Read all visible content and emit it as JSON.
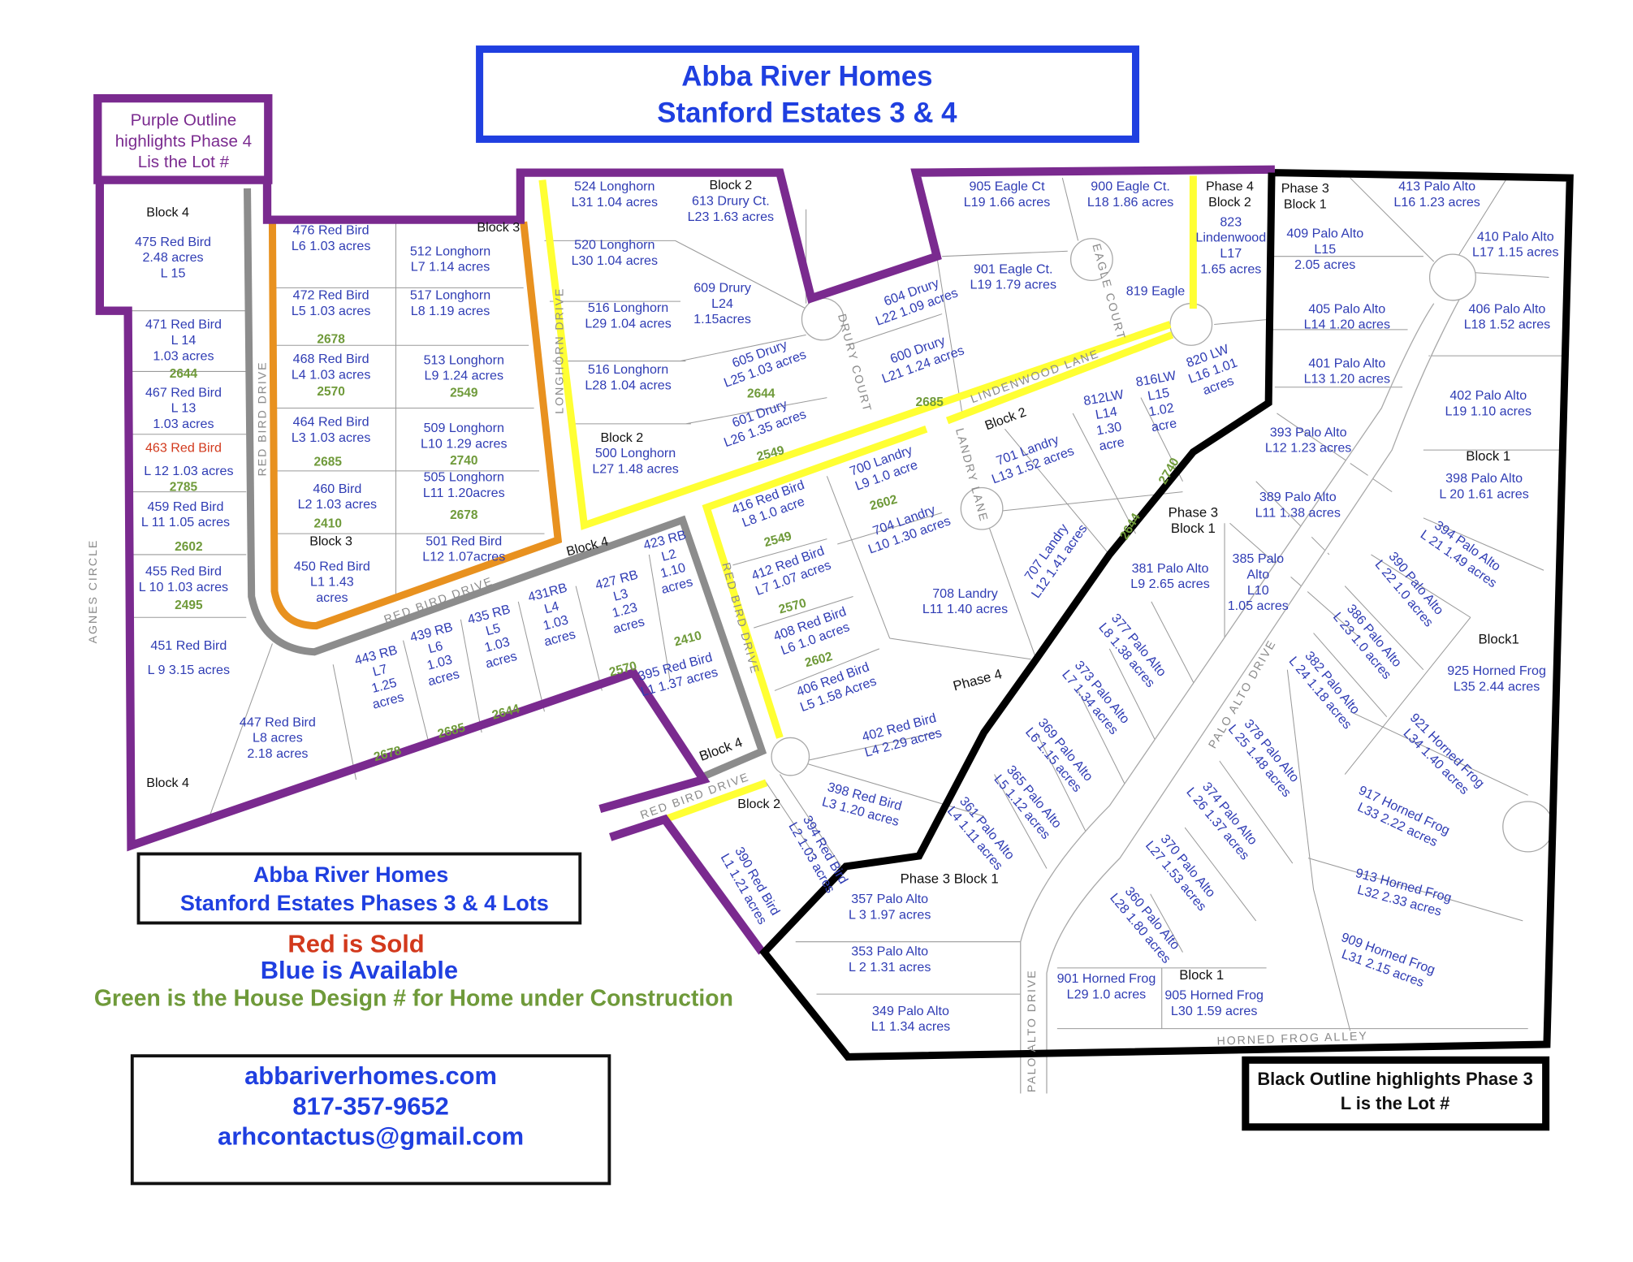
{
  "title": {
    "line1": "Abba River Homes",
    "line2": "Stanford Estates 3 & 4"
  },
  "purple_legend": {
    "line1": "Purple Outline",
    "line2": "highlights Phase 4",
    "line3": "Lis the Lot #"
  },
  "black_legend": {
    "line1": "Black Outline highlights Phase 3",
    "line2": "L is the Lot #"
  },
  "lots_box": {
    "line1": "Abba River Homes",
    "line2": "Stanford Estates Phases 3 & 4 Lots"
  },
  "color_key": {
    "sold": "Red is Sold",
    "available": "Blue is Available",
    "construction": "Green is the House Design # for Home under Construction"
  },
  "contact": {
    "website": "abbariverhomes.com",
    "phone": "817-357-9652",
    "email": "arhcontactus@gmail.com"
  },
  "colors": {
    "available": "#2f3cb4",
    "sold": "#d2391c",
    "design": "#6f9a3a",
    "phase4_outline": "#7a2a8f",
    "phase3_outline": "#000000",
    "title_box": "#1f3fe0",
    "highlight_yellow": "#ffff33",
    "orange": "#e8911f",
    "gray_road": "#8c8c8c"
  },
  "map": {
    "labels": [
      {
        "kind": "block",
        "lines": [
          "Block 4"
        ]
      },
      {
        "kind": "lot",
        "lines": [
          "475 Red Bird",
          "2.48 acres",
          "L 15"
        ]
      },
      {
        "kind": "lot",
        "lines": [
          "471 Red Bird",
          "L 14",
          "1.03 acres"
        ]
      },
      {
        "kind": "design",
        "lines": [
          "2644"
        ]
      },
      {
        "kind": "lot",
        "lines": [
          "467 Red Bird",
          "L 13",
          "1.03 acres"
        ]
      },
      {
        "kind": "sold",
        "lines": [
          "463 Red Bird"
        ]
      },
      {
        "kind": "lot",
        "lines": [
          "L 12 1.03 acres"
        ]
      },
      {
        "kind": "design",
        "lines": [
          "2785"
        ]
      },
      {
        "kind": "lot",
        "lines": [
          "459 Red Bird",
          "L 11 1.05 acres"
        ]
      },
      {
        "kind": "design",
        "lines": [
          "2602"
        ]
      },
      {
        "kind": "lot",
        "lines": [
          "455 Red Bird",
          "L 10 1.03 acres"
        ]
      },
      {
        "kind": "design",
        "lines": [
          "2495"
        ]
      },
      {
        "kind": "lot",
        "lines": [
          "451 Red Bird"
        ]
      },
      {
        "kind": "lot",
        "lines": [
          "L 9 3.15 acres"
        ]
      },
      {
        "kind": "lot",
        "lines": [
          "447 Red Bird",
          "L8 acres",
          "2.18 acres"
        ]
      },
      {
        "kind": "block",
        "lines": [
          "Block 4"
        ]
      },
      {
        "kind": "lot",
        "lines": [
          "476 Red Bird",
          "L6 1.03 acres"
        ]
      },
      {
        "kind": "block",
        "lines": [
          "Block 3"
        ]
      },
      {
        "kind": "lot",
        "lines": [
          "512 Longhorn",
          "L7 1.14 acres"
        ]
      },
      {
        "kind": "lot",
        "lines": [
          "472 Red Bird",
          "L5 1.03 acres"
        ]
      },
      {
        "kind": "design",
        "lines": [
          "2678"
        ]
      },
      {
        "kind": "lot",
        "lines": [
          "517 Longhorn",
          "L8 1.19 acres"
        ]
      },
      {
        "kind": "lot",
        "lines": [
          "468 Red Bird",
          "L4 1.03 acres"
        ]
      },
      {
        "kind": "design",
        "lines": [
          "2570"
        ]
      },
      {
        "kind": "lot",
        "lines": [
          "513 Longhorn",
          "L9 1.24 acres"
        ]
      },
      {
        "kind": "design",
        "lines": [
          "2549"
        ]
      },
      {
        "kind": "lot",
        "lines": [
          "464 Red Bird",
          "L3 1.03 acres"
        ]
      },
      {
        "kind": "design",
        "lines": [
          "2685"
        ]
      },
      {
        "kind": "lot",
        "lines": [
          "509 Longhorn",
          "L10 1.29 acres"
        ]
      },
      {
        "kind": "design",
        "lines": [
          "2740"
        ]
      },
      {
        "kind": "lot",
        "lines": [
          "460 Bird",
          "L2 1.03 acres"
        ]
      },
      {
        "kind": "design",
        "lines": [
          "2410"
        ]
      },
      {
        "kind": "lot",
        "lines": [
          "505 Longhorn",
          "L11 1.20acres"
        ]
      },
      {
        "kind": "design",
        "lines": [
          "2678"
        ]
      },
      {
        "kind": "block",
        "lines": [
          "Block 3"
        ]
      },
      {
        "kind": "lot",
        "lines": [
          "450 Red Bird",
          "L1  1.43",
          "acres"
        ]
      },
      {
        "kind": "lot",
        "lines": [
          "501 Red Bird",
          "L12 1.07acres"
        ]
      },
      {
        "kind": "lot",
        "lines": [
          "524 Longhorn",
          "L31 1.04 acres"
        ]
      },
      {
        "kind": "block",
        "lines": [
          "Block 2"
        ]
      },
      {
        "kind": "lot",
        "lines": [
          "613 Drury Ct.",
          "L23 1.63 acres"
        ]
      },
      {
        "kind": "lot",
        "lines": [
          "520 Longhorn",
          "L30 1.04 acres"
        ]
      },
      {
        "kind": "lot",
        "lines": [
          "609 Drury",
          "L24",
          "1.15acres"
        ]
      },
      {
        "kind": "lot",
        "lines": [
          "516 Longhorn",
          "L29 1.04 acres"
        ]
      },
      {
        "kind": "lot",
        "lines": [
          "516 Longhorn",
          "L28 1.04 acres"
        ]
      },
      {
        "kind": "lot",
        "lines": [
          "605 Drury",
          "L25 1.03 acres"
        ]
      },
      {
        "kind": "design",
        "lines": [
          "2644"
        ]
      },
      {
        "kind": "block",
        "lines": [
          "Block 2"
        ]
      },
      {
        "kind": "lot",
        "lines": [
          "500 Longhorn",
          "L27 1.48 acres"
        ]
      },
      {
        "kind": "lot",
        "lines": [
          "601 Drury",
          "L26 1.35 acres"
        ]
      },
      {
        "kind": "design",
        "lines": [
          "2549"
        ]
      },
      {
        "kind": "lot",
        "lines": [
          "604 Drury",
          "L22  1.09 acres"
        ]
      },
      {
        "kind": "lot",
        "lines": [
          "600 Drury",
          "L21 1.24 acres"
        ]
      },
      {
        "kind": "design",
        "lines": [
          "2685"
        ]
      },
      {
        "kind": "lot",
        "lines": [
          "905 Eagle Ct",
          "L19 1.66 acres"
        ]
      },
      {
        "kind": "lot",
        "lines": [
          "900 Eagle Ct.",
          "L18 1.86 acres"
        ]
      },
      {
        "kind": "block",
        "lines": [
          "Phase 4",
          "Block 2"
        ]
      },
      {
        "kind": "lot",
        "lines": [
          "823",
          "Lindenwood",
          "L17",
          "1.65 acres"
        ]
      },
      {
        "kind": "lot",
        "lines": [
          "901 Eagle Ct.",
          "L19 1.79 acres"
        ]
      },
      {
        "kind": "lot",
        "lines": [
          "819 Eagle"
        ]
      },
      {
        "kind": "block",
        "lines": [
          "Block 2"
        ]
      },
      {
        "kind": "lot",
        "lines": [
          "701 Landry",
          "L13 1.52 acres"
        ]
      },
      {
        "kind": "lot",
        "lines": [
          "812LW",
          "L14",
          "1.30",
          "acre"
        ]
      },
      {
        "kind": "lot",
        "lines": [
          "816LW",
          "L15",
          "1.02",
          "acre"
        ]
      },
      {
        "kind": "lot",
        "lines": [
          "820 LW",
          "L16 1.01",
          "acres"
        ]
      },
      {
        "kind": "design",
        "lines": [
          "2740"
        ]
      },
      {
        "kind": "design",
        "lines": [
          "2644"
        ]
      },
      {
        "kind": "lot",
        "lines": [
          "416 Red Bird",
          "L8 1.0 acre"
        ]
      },
      {
        "kind": "design",
        "lines": [
          "2549"
        ]
      },
      {
        "kind": "lot",
        "lines": [
          "700 Landry",
          "L9 1.0 acre"
        ]
      },
      {
        "kind": "design",
        "lines": [
          "2602"
        ]
      },
      {
        "kind": "lot",
        "lines": [
          "412 Red Bird",
          "L7 1.07 acres"
        ]
      },
      {
        "kind": "design",
        "lines": [
          "2570"
        ]
      },
      {
        "kind": "lot",
        "lines": [
          "704 Landry",
          "L10 1.30 acres"
        ]
      },
      {
        "kind": "lot",
        "lines": [
          "408 Red Bird",
          "L6 1.0 acres"
        ]
      },
      {
        "kind": "design",
        "lines": [
          "2602"
        ]
      },
      {
        "kind": "lot",
        "lines": [
          "406 Red Bird",
          "L5 1.58 Acres"
        ]
      },
      {
        "kind": "lot",
        "lines": [
          "708 Landry",
          "L11 1.40 acres"
        ]
      },
      {
        "kind": "lot",
        "lines": [
          "707 Landry",
          "L12 1.41 acres"
        ]
      },
      {
        "kind": "phase",
        "lines": [
          "Phase 4"
        ]
      },
      {
        "kind": "lot",
        "lines": [
          "402 Red Bird",
          "L4 2.29 acres"
        ]
      },
      {
        "kind": "lot",
        "lines": [
          "443 RB",
          "L7",
          "1.25",
          "acres"
        ]
      },
      {
        "kind": "lot",
        "lines": [
          "439 RB",
          "L6",
          "1.03",
          "acres"
        ]
      },
      {
        "kind": "lot",
        "lines": [
          "435 RB",
          "L5",
          "1.03",
          "acres"
        ]
      },
      {
        "kind": "lot",
        "lines": [
          "431RB",
          "L4",
          "1.03",
          "acres"
        ]
      },
      {
        "kind": "block",
        "lines": [
          "Block 4"
        ]
      },
      {
        "kind": "lot",
        "lines": [
          "427 RB",
          "L3",
          "1.23",
          "acres"
        ]
      },
      {
        "kind": "lot",
        "lines": [
          "423 RB",
          "L2",
          "1.10",
          "acres"
        ]
      },
      {
        "kind": "design",
        "lines": [
          "2410"
        ]
      },
      {
        "kind": "design",
        "lines": [
          "2570"
        ]
      },
      {
        "kind": "lot",
        "lines": [
          "395 Red Bird",
          "L1 1.37 acres"
        ]
      },
      {
        "kind": "design",
        "lines": [
          "2644"
        ]
      },
      {
        "kind": "design",
        "lines": [
          "2685"
        ]
      },
      {
        "kind": "design",
        "lines": [
          "2678"
        ]
      },
      {
        "kind": "phase",
        "lines": [
          "Block 4"
        ]
      },
      {
        "kind": "block",
        "lines": [
          "Block 2"
        ]
      },
      {
        "kind": "lot",
        "lines": [
          "390 Red Bird",
          "L1 1.21 acres"
        ]
      },
      {
        "kind": "lot",
        "lines": [
          "394 Red Bird",
          "L2 1.03 acres"
        ]
      },
      {
        "kind": "lot",
        "lines": [
          "398 Red Bird",
          "L3 1.20 acres"
        ]
      },
      {
        "kind": "phase",
        "lines": [
          "Phase 3 Block 1"
        ]
      },
      {
        "kind": "lot",
        "lines": [
          "357 Palo Alto",
          "L 3 1.97 acres"
        ]
      },
      {
        "kind": "lot",
        "lines": [
          "353 Palo Alto",
          "L 2 1.31 acres"
        ]
      },
      {
        "kind": "lot",
        "lines": [
          "349 Palo Alto",
          "L1 1.34 acres"
        ]
      },
      {
        "kind": "lot",
        "lines": [
          "361 Palo Alto",
          "L4 1.11 acres"
        ]
      },
      {
        "kind": "lot",
        "lines": [
          "365 Palo Alto",
          "L5 1.12 acres"
        ]
      },
      {
        "kind": "lot",
        "lines": [
          "369 Palo Alto",
          "L6 1.15 acres"
        ]
      },
      {
        "kind": "lot",
        "lines": [
          "373 Palo Alto",
          "L7 1.34 acres"
        ]
      },
      {
        "kind": "lot",
        "lines": [
          "377 Palo Alto",
          "L8 1.38 acres"
        ]
      },
      {
        "kind": "phase",
        "lines": [
          "Phase 3",
          "Block 1"
        ]
      },
      {
        "kind": "lot",
        "lines": [
          "381 Palo Alto",
          "L9 2.65 acres"
        ]
      },
      {
        "kind": "lot",
        "lines": [
          "385 Palo",
          "Alto",
          "L10",
          "1.05 acres"
        ]
      },
      {
        "kind": "lot",
        "lines": [
          "389 Palo Alto",
          "L11 1.38 acres"
        ]
      },
      {
        "kind": "lot",
        "lines": [
          "393 Palo Alto",
          "L12 1.23 acres"
        ]
      },
      {
        "kind": "block",
        "lines": [
          "Phase 3",
          "Block 1"
        ]
      },
      {
        "kind": "lot",
        "lines": [
          "409 Palo Alto",
          "L15",
          "2.05 acres"
        ]
      },
      {
        "kind": "lot",
        "lines": [
          "413 Palo Alto",
          "L16 1.23 acres"
        ]
      },
      {
        "kind": "lot",
        "lines": [
          "410 Palo Alto",
          "L17 1.15 acres"
        ]
      },
      {
        "kind": "lot",
        "lines": [
          "405 Palo Alto",
          "L14 1.20 acres"
        ]
      },
      {
        "kind": "lot",
        "lines": [
          "406 Palo Alto",
          "L18 1.52 acres"
        ]
      },
      {
        "kind": "lot",
        "lines": [
          "401 Palo Alto",
          "L13 1.20 acres"
        ]
      },
      {
        "kind": "lot",
        "lines": [
          "402 Palo Alto",
          "L19 1.10 acres"
        ]
      },
      {
        "kind": "phase",
        "lines": [
          "Block 1"
        ]
      },
      {
        "kind": "lot",
        "lines": [
          "398 Palo Alto",
          "L 20 1.61 acres"
        ]
      },
      {
        "kind": "lot",
        "lines": [
          "394 Palo Alto",
          "L 21 1.49 acres"
        ]
      },
      {
        "kind": "lot",
        "lines": [
          "390 Palo Alto",
          "L 22 1.0 acres"
        ]
      },
      {
        "kind": "lot",
        "lines": [
          "386 Palo Alto",
          "L 23 1.0 acres"
        ]
      },
      {
        "kind": "lot",
        "lines": [
          "382 Palo Alto",
          "L 24 1.18 acres"
        ]
      },
      {
        "kind": "lot",
        "lines": [
          "378 Palo Alto",
          "L 25 1.48 acres"
        ]
      },
      {
        "kind": "lot",
        "lines": [
          "374 Palo Alto",
          "L 26 1.37 acres"
        ]
      },
      {
        "kind": "lot",
        "lines": [
          "370 Palo Alto",
          "L27 1.53 acres"
        ]
      },
      {
        "kind": "lot",
        "lines": [
          "360 Palo Alto",
          "L28 1.80 acres"
        ]
      },
      {
        "kind": "phase",
        "lines": [
          "Block1"
        ]
      },
      {
        "kind": "lot",
        "lines": [
          "925 Horned Frog",
          "L35 2.44 acres"
        ]
      },
      {
        "kind": "lot",
        "lines": [
          "921 Horned Frog",
          "L34 1.40 acres"
        ]
      },
      {
        "kind": "lot",
        "lines": [
          "917 Horned Frog",
          "L33 2.22 acres"
        ]
      },
      {
        "kind": "lot",
        "lines": [
          "913 Horned Frog",
          "L32 2.33 acres"
        ]
      },
      {
        "kind": "lot",
        "lines": [
          "909 Horned Frog",
          "L31 2.15 acres"
        ]
      },
      {
        "kind": "lot",
        "lines": [
          "901 Horned Frog",
          "L29 1.0 acres"
        ]
      },
      {
        "kind": "phase",
        "lines": [
          "Block 1"
        ]
      },
      {
        "kind": "lot",
        "lines": [
          "905 Horned Frog",
          "L30 1.59 acres"
        ]
      },
      {
        "kind": "street",
        "lines": [
          "AGNES CIRCLE"
        ]
      },
      {
        "kind": "street",
        "lines": [
          "RED BIRD DRIVE"
        ]
      },
      {
        "kind": "street",
        "lines": [
          "RED BIRD DRIVE"
        ]
      },
      {
        "kind": "street",
        "lines": [
          "LONGHORN DRIVE"
        ]
      },
      {
        "kind": "street",
        "lines": [
          "DRURY COURT"
        ]
      },
      {
        "kind": "street",
        "lines": [
          "LINDENWOOD LANE"
        ]
      },
      {
        "kind": "street",
        "lines": [
          "EAGLE COURT"
        ]
      },
      {
        "kind": "street",
        "lines": [
          "LANDRY LANE"
        ]
      },
      {
        "kind": "street",
        "lines": [
          "RED BIRD DRIVE"
        ]
      },
      {
        "kind": "street",
        "lines": [
          "RED BIRD DRIVE"
        ]
      },
      {
        "kind": "street",
        "lines": [
          "PALO ALTO DRIVE"
        ]
      },
      {
        "kind": "street",
        "lines": [
          "PALO ALTO DRIVE"
        ]
      },
      {
        "kind": "street",
        "lines": [
          "HORNED FROG ALLEY"
        ]
      }
    ]
  }
}
